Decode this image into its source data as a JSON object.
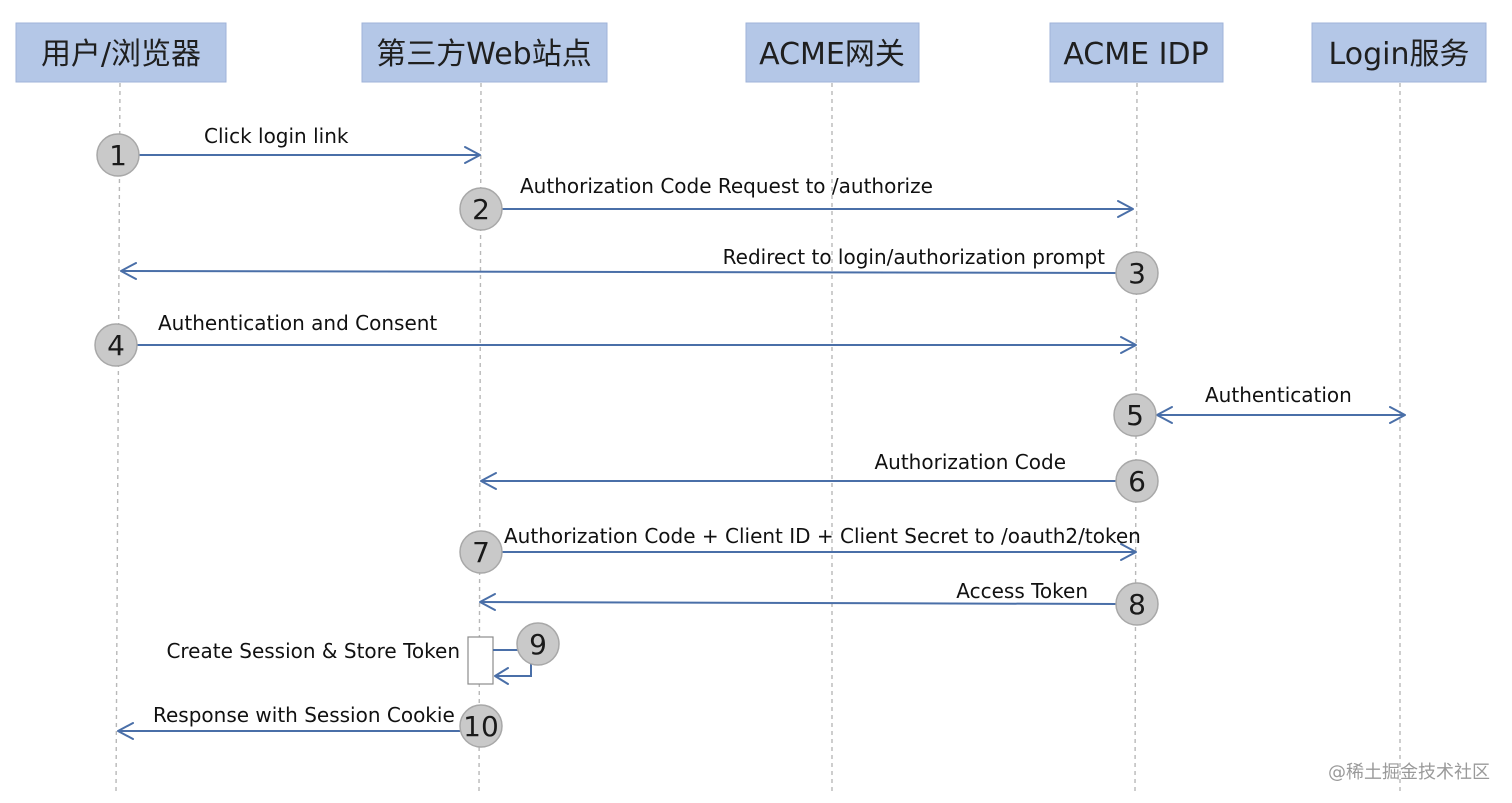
{
  "actors": [
    {
      "id": "user",
      "label": "用户/浏览器"
    },
    {
      "id": "site",
      "label": "第三方Web站点"
    },
    {
      "id": "gateway",
      "label": "ACME网关"
    },
    {
      "id": "idp",
      "label": "ACME IDP"
    },
    {
      "id": "login",
      "label": "Login服务"
    }
  ],
  "messages": [
    {
      "step": "1",
      "label": "Click login link",
      "from": "user",
      "to": "site"
    },
    {
      "step": "2",
      "label": "Authorization Code Request to /authorize",
      "from": "site",
      "to": "idp"
    },
    {
      "step": "3",
      "label": "Redirect to login/authorization prompt",
      "from": "idp",
      "to": "user"
    },
    {
      "step": "4",
      "label": "Authentication and Consent",
      "from": "user",
      "to": "idp"
    },
    {
      "step": "5",
      "label": "Authentication",
      "from": "idp",
      "to": "login",
      "bidirectional": true
    },
    {
      "step": "6",
      "label": "Authorization Code",
      "from": "idp",
      "to": "site"
    },
    {
      "step": "7",
      "label": "Authorization Code + Client ID + Client Secret to /oauth2/token",
      "from": "site",
      "to": "idp"
    },
    {
      "step": "8",
      "label": "Access Token",
      "from": "idp",
      "to": "site"
    },
    {
      "step": "9",
      "label": "Create Session & Store Token",
      "from": "site",
      "to": "site",
      "self": true
    },
    {
      "step": "10",
      "label": "Response with Session Cookie",
      "from": "site",
      "to": "user"
    }
  ],
  "watermark": "@稀土掘金技术社区"
}
